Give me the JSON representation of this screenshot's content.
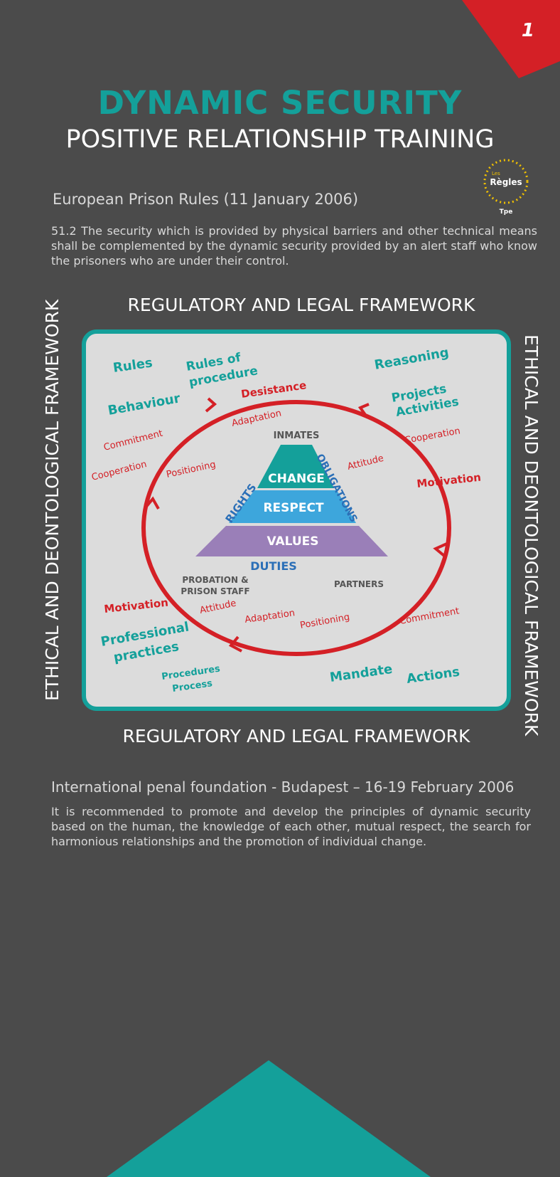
{
  "page_number": "1",
  "title": "DYNAMIC SECURITY",
  "subtitle": "POSITIVE RELATIONSHIP TRAINING",
  "logo": {
    "top": "Les",
    "name": "Règles",
    "bottom": "Tpe"
  },
  "section1": {
    "heading": "European Prison Rules (11 January 2006)",
    "body": "51.2 The security which is provided by physical barriers and other technical means shall be complemented by the dynamic security provided by an alert staff who know the prisoners who are under their control."
  },
  "framework_label_top": "REGULATORY AND LEGAL FRAMEWORK",
  "framework_label_bottom": "REGULATORY AND LEGAL FRAMEWORK",
  "framework_label_left": "ETHICAL AND DEONTOLOGICAL FRAMEWORK",
  "framework_label_right": "ETHICAL AND DEONTOLOGICAL FRAMEWORK",
  "diagram": {
    "pyramid": {
      "top": "CHANGE",
      "middle": "RESPECT",
      "bottom": "VALUES"
    },
    "inmates": "INMATES",
    "rights": "RIGHTS",
    "obligations": "OBLIGATIONS",
    "duties": "DUTIES",
    "staff_line1": "PROBATION &",
    "staff_line2": "PRISON STAFF",
    "partners": "PARTNERS",
    "teal_words": {
      "rules": "Rules",
      "rules_of_procedure_1": "Rules of",
      "rules_of_procedure_2": "procedure",
      "behaviour": "Behaviour",
      "reasoning": "Reasoning",
      "projects": "Projects",
      "activities": "Activities",
      "professional": "Professional",
      "practices": "practices",
      "procedures": "Procedures",
      "process": "Process",
      "mandate": "Mandate",
      "actions": "Actions"
    },
    "red_words": {
      "desistance": "Desistance",
      "adaptation_top": "Adaptation",
      "commitment_left": "Commitment",
      "cooperation_left": "Cooperation",
      "positioning_top": "Positioning",
      "attitude_right": "Attitude",
      "cooperation_right": "Cooperation",
      "motivation_right": "Motivation",
      "motivation_left": "Motivation",
      "attitude_bottom": "Attitude",
      "adaptation_bottom": "Adaptation",
      "positioning_bottom": "Positioning",
      "commitment_right": "Commitment"
    }
  },
  "section2": {
    "heading": "International penal foundation - Budapest – 16-19 February 2006",
    "body": "It is recommended to promote and develop the principles of dynamic security based on the human, the knowledge of each other, mutual respect, the search for harmonious relationships and the promotion of individual change."
  },
  "colors": {
    "background": "#4b4b4b",
    "teal": "#14a09a",
    "red": "#d42026",
    "purple": "#9a7fb8",
    "blue": "#3da6dc",
    "panel": "#dcdcdc"
  }
}
